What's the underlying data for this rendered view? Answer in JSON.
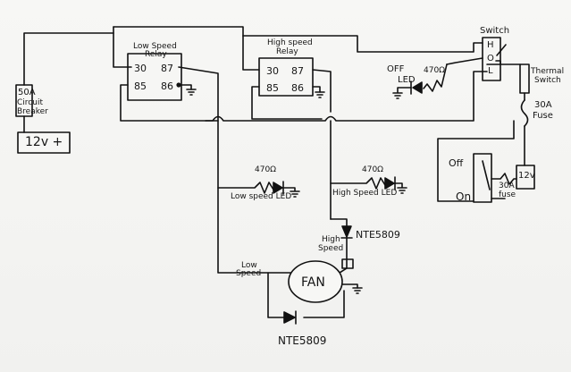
{
  "power": {
    "breaker_value": "50A",
    "breaker_label_1": "Circuit",
    "breaker_label_2": "Breaker",
    "battery_label": "12v +"
  },
  "low_relay": {
    "title_1": "Low Speed",
    "title_2": "Relay",
    "pin_30": "30",
    "pin_87": "87",
    "pin_85": "85",
    "pin_86": "86"
  },
  "high_relay": {
    "title_1": "High speed",
    "title_2": "Relay",
    "pin_30": "30",
    "pin_87": "87",
    "pin_85": "85",
    "pin_86": "86"
  },
  "switch": {
    "title": "Switch",
    "pos_h": "H",
    "pos_o": "O",
    "pos_l": "L"
  },
  "off_led": {
    "off": "OFF",
    "led": "LED",
    "resistor": "470Ω"
  },
  "thermal": {
    "label_1": "Thermal",
    "label_2": "Switch",
    "fuse_1": "30A",
    "fuse_2": "Fuse"
  },
  "lower_right": {
    "off": "Off",
    "on": "On",
    "fuse_1": "30A",
    "fuse_2": "fuse",
    "battery": "12v"
  },
  "indicators": {
    "low_resistor": "470Ω",
    "low_led": "Low speed LED",
    "high_resistor": "470Ω",
    "high_led": "High Speed LED"
  },
  "fan": {
    "label": "FAN",
    "low_speed_1": "Low",
    "low_speed_2": "Speed",
    "high_speed_1": "High",
    "high_speed_2": "Speed",
    "diode_top": "NTE5809",
    "diode_bottom": "NTE5809"
  }
}
